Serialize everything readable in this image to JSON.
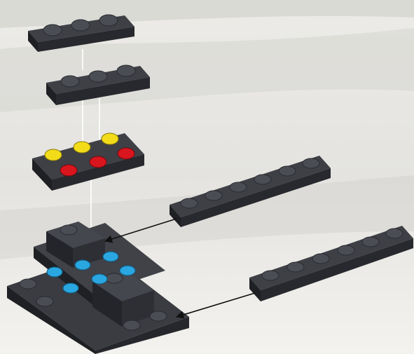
{
  "scene": {
    "description_hidden": "",
    "colors": {
      "background_light": "#f1f0ec",
      "background_band": "#d6d5d1",
      "brick_top": "#3d3f45",
      "brick_side": "#2a2b30",
      "brick_front": "#1f2024",
      "stud": "#4a4c53",
      "stud_yellow": "#f2dc1a",
      "stud_red": "#d9151e",
      "stud_blue": "#2aa6e0",
      "connector_line": "#ffffff",
      "arrow": "#111111"
    }
  },
  "parts": [
    {
      "name": "plate-1x3-top",
      "color": "dark-bluish-gray"
    },
    {
      "name": "plate-1x3-middle",
      "color": "dark-bluish-gray"
    },
    {
      "name": "plate-2x3-colored-studs",
      "color": "dark-bluish-gray"
    },
    {
      "name": "plate-1x6-upper",
      "color": "dark-bluish-gray"
    },
    {
      "name": "plate-1x6-lower",
      "color": "dark-bluish-gray"
    },
    {
      "name": "base-assembly",
      "color": "dark-bluish-gray"
    }
  ]
}
